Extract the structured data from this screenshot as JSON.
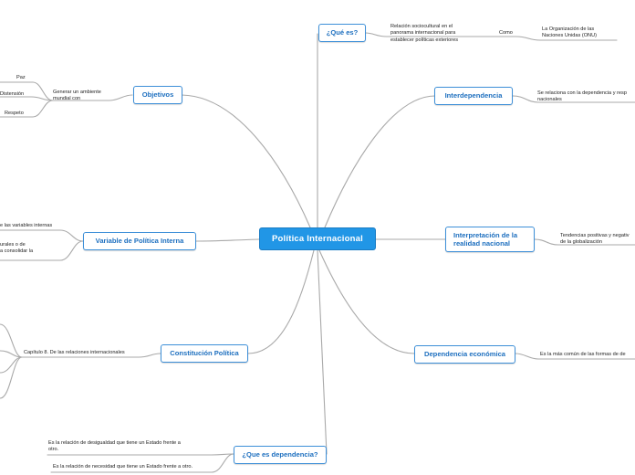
{
  "central": "Política Internacional",
  "topics": {
    "que_es": "¿Qué es?",
    "objetivos": "Objetivos",
    "interdependencia": "Interdependencia",
    "variable": "Variable de Política Interna",
    "interpretacion": "Interpretación de la\nrealidad nacional",
    "constitucion": "Constitución Política",
    "dependencia_economica": "Dependencia económica",
    "que_es_dependencia": "¿Que es dependencia?"
  },
  "details": {
    "que_es_desc": "Relación sociocultural en el\npanorama internacional para\nestablecer políticas exteriores",
    "como": "Como",
    "onu": "La Organización de las\nNaciones Unidas (ONU)",
    "objetivos_desc": "Generar un ambiente\nmundial con",
    "paz": "Paz",
    "distension": "Distensión",
    "respeto": "Respeto",
    "interdependencia_desc": "Se relaciona con la dependencia y resp\nnacionales",
    "variable_1": "e las variables internas",
    "variable_2": "urales o de\na consolidar la",
    "interpretacion_desc": "Tendencias positivas y negativ\nde la globalización",
    "constitucion_desc": "Capítulo 8. De las relaciones internacionales",
    "dep_eco_desc": "Es la más común de las formas de de",
    "dependencia_1": "Es la relación de desigualdad que tiene un Estado frente a\notro.",
    "dependencia_2": "Es la relación de necesidad que tiene un Estado frente a otro."
  }
}
